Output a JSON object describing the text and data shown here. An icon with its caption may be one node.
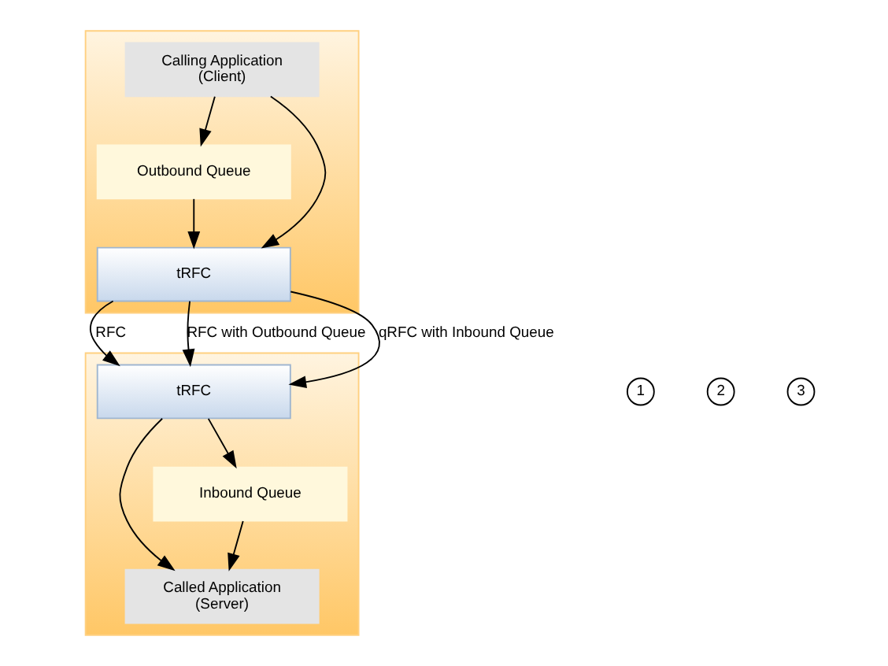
{
  "diagram": {
    "nodes": [
      {
        "text": [],
        "shape": "box"
      },
      {
        "text": [
          "Calling Application",
          "(Client)"
        ],
        "in": 0
      },
      {
        "text": [
          "Outbound Queue"
        ],
        "in": 0
      },
      {
        "text": [
          "tRFC"
        ],
        "in": 0
      },
      {
        "text": [],
        "shape": "box"
      },
      {
        "text": [
          "Called Application",
          "(Server)"
        ],
        "in": 4
      },
      {
        "text": [
          "Inbound Queue"
        ],
        "in": 4
      },
      {
        "text": [
          "tRFC"
        ],
        "in": 4
      }
    ],
    "edges": [
      {
        "from": 1,
        "to": 2,
        "arrow": "to"
      },
      {
        "from": 2,
        "to": 3,
        "arrow": "to"
      },
      {
        "from": 1,
        "to": 3,
        "arrow": "to"
      },
      {
        "from": 7,
        "to": 5,
        "arrow": "to"
      },
      {
        "from": 7,
        "to": 6,
        "arrow": "to"
      },
      {
        "from": 6,
        "to": 5,
        "arrow": "to"
      },
      {
        "from": 3,
        "to": 7,
        "arrow": "to",
        "label": "RFC"
      },
      {
        "from": 3,
        "to": 7,
        "arrow": "to",
        "label": "RFC with Outbound Queue"
      },
      {
        "from": 3,
        "to": 7,
        "arrow": "to",
        "label": "qRFC with Inbound Queue"
      }
    ],
    "labels": [
      "1",
      "2",
      "3"
    ]
  }
}
